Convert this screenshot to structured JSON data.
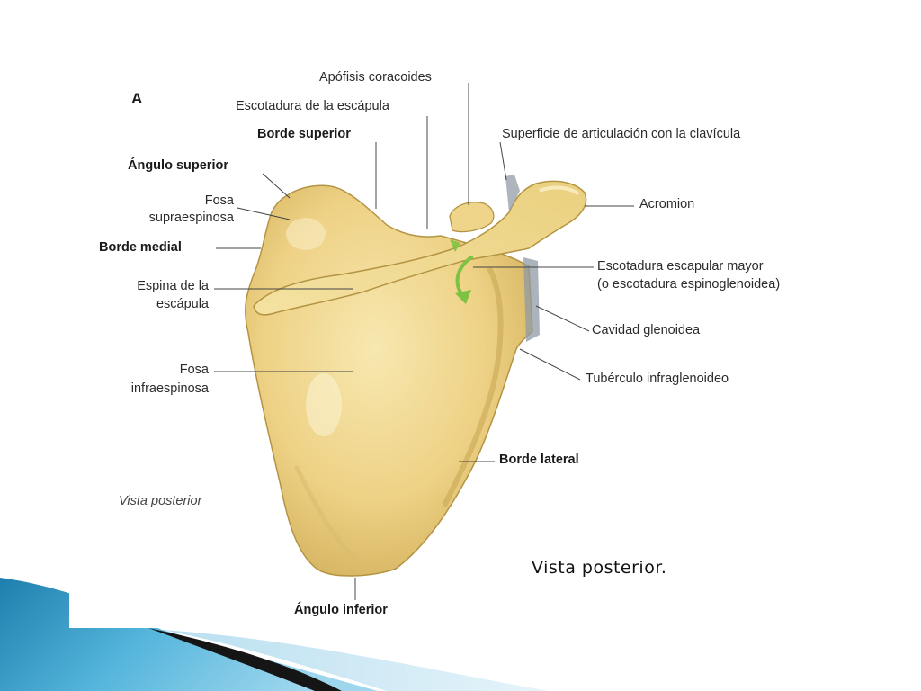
{
  "figure": {
    "panel_letter": "A",
    "view_note": "Vista posterior",
    "caption": "Vista posterior."
  },
  "labels": {
    "apofisis_coracoides": "Apófisis coracoides",
    "escotadura_escapula": "Escotadura de la escápula",
    "borde_superior": "Borde superior",
    "superficie_articulacion": "Superficie de articulación con la clavícula",
    "angulo_superior": "Ángulo superior",
    "fosa_supraespinosa_1": "Fosa",
    "fosa_supraespinosa_2": "supraespinosa",
    "acromion": "Acromion",
    "borde_medial": "Borde medial",
    "escotadura_mayor_1": "Escotadura escapular mayor",
    "escotadura_mayor_2": "(o escotadura espinoglenoidea)",
    "espina_1": "Espina de la",
    "espina_2": "escápula",
    "cavidad_glenoidea": "Cavidad glenoidea",
    "fosa_infraespinosa_1": "Fosa",
    "fosa_infraespinosa_2": "infraespinosa",
    "tuberculo_infraglenoideo": "Tubérculo infraglenoideo",
    "borde_lateral": "Borde lateral",
    "angulo_inferior": "Ángulo inferior"
  },
  "colors": {
    "bone_fill": "#f0d98e",
    "bone_shadow": "#c9a64e",
    "bone_outline": "#a8893a",
    "arrow_green": "#7dc242",
    "accent_blue": "#2a8fbd",
    "accent_dark": "#1b1b1b"
  }
}
